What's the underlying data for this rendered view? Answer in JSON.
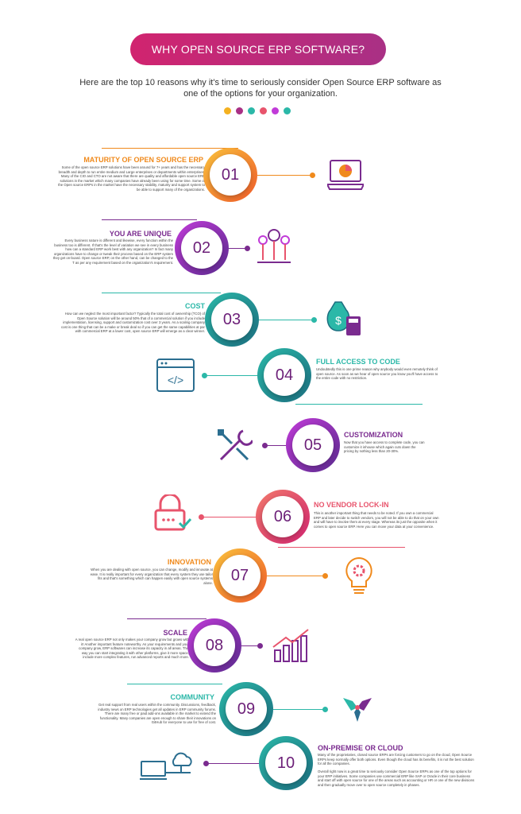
{
  "header": {
    "title": "WHY OPEN SOURCE ERP SOFTWARE?",
    "subtitle": "Here are the top 10 reasons why it's time to seriously consider Open Source ERP software as one of the options for your organization."
  },
  "dots": [
    "#f4b120",
    "#a93085",
    "#2bb8a8",
    "#e8546c",
    "#c13bd8",
    "#2bb8a8"
  ],
  "items": [
    {
      "num": "01",
      "title": "MATURITY OF OPEN SOURCE ERP",
      "color": "#f08a1c",
      "icon": "laptop-chart-icon",
      "text": "Some of the open source ERP solutions have been around for 7+ years and has the necessary breadth and depth to run entire medium and Large enterprises or departments within enterprises. Many of the CIO and CTO are not aware that there are quality and affordable open source ERP solutions in the market which many companies have already been using for some time. Some of the Open source ERPs in the market have the necessary stability, maturity and support system to be able to support many of the organizations."
    },
    {
      "num": "02",
      "title": "YOU ARE UNIQUE",
      "color": "#7a2b8f",
      "icon": "bulb-growth-icon",
      "text": "Every business nature is different and likewise, every function within the business too is different. If that's the level of variation we see in every business how can a standard ERP work best with any organization? In fact many organizations have to change or tweak their process based on the ERP system they get on-board. Open source ERP, on the other hand, can be changed to the T as per any requirement based on the organization's requirement."
    },
    {
      "num": "03",
      "title": "COST",
      "color": "#2bb8a8",
      "icon": "money-calculator-icon",
      "text": "How can we neglect the most important factor? Typically the total cost of ownership (TCO) of Open Source solution will be around 50% that of a commercial solution if you include implementation, licensing, support and customization cost over 3 years. As a scaling company cost is one thing that can be a make or break deal so if you can get the same capabilities at par with commercial ERP at a lower cost, open source ERP will emerge as a clear winner."
    },
    {
      "num": "04",
      "title": "FULL ACCESS TO CODE",
      "color": "#2bb8a8",
      "icon": "code-window-icon",
      "text": "Undoubtedly this is one prime reason why anybody would even remotely think of open source. As soon as we hear of open source you know you'll have access to the entire code with no restriction."
    },
    {
      "num": "05",
      "title": "CUSTOMIZATION",
      "color": "#7a2b8f",
      "icon": "tools-icon",
      "text": "Now that you have access to complete code, you can customize it inhouse which again cuts down the pricing by nothing less than 20-30%."
    },
    {
      "num": "06",
      "title": "NO VENDOR LOCK-IN",
      "color": "#e8546c",
      "icon": "lock-icon",
      "text": "This is another important thing that needs to be noted. If you own a commercial ERP and later decide to switch vendors, you will not be able to do that on your own and will have to involve them at every stage. Whereas its just the opposite when it comes to open source ERP. Here you can move your data at your convenience."
    },
    {
      "num": "07",
      "title": "INNOVATION",
      "color": "#f08a1c",
      "icon": "gear-bulb-icon",
      "text": "When you are dealing with open source, you can change, modify and innovate at ease. It is really important for every organization that every system they use tailor fits and that's something which can happen easily with open source systems alone."
    },
    {
      "num": "08",
      "title": "SCALE",
      "color": "#7a2b8f",
      "icon": "growth-chart-icon",
      "text": "A real open source ERP not only makes your company grow but grows with it! Another important feature noteworthy. As your requirements and your company grow, ERP softwares can increase its capacity in all areas. This way you can start integrating it with other platforms, give it more space, include more complex features, run advanced reports and much more."
    },
    {
      "num": "09",
      "title": "COMMUNITY",
      "color": "#2bb8a8",
      "icon": "hands-icon",
      "text": "Get real support from real users within the community. Discussions, feedback, industry news on ERP technologies get all updates in ERP community forums. There are many free or paid add-ons available in the market to extend the functionality. Many companies are open enough to share their innovations on GitHub for everyone to use for free of cost."
    },
    {
      "num": "10",
      "title": "ON-PREMISE OR CLOUD",
      "color": "#7a2b8f",
      "icon": "cloud-laptop-icon",
      "text": "Many of the proprietaries, closed source ERPs are forcing customers to go on the cloud, Open Source ERPs keep normally offer both options. Even though the cloud has its benefits, it is not the best solution for all the companies.",
      "text2": "Overall right now is a great time to seriously consider Open Source ERPs as one of the top options for your ERP initiatives. Some companies use commercial ERP like SAP or Oracle in their core business and start off with open source for one of the areas such as accounting or HR or one of the new divisions and then gradually move over to open source completely in phases."
    }
  ]
}
